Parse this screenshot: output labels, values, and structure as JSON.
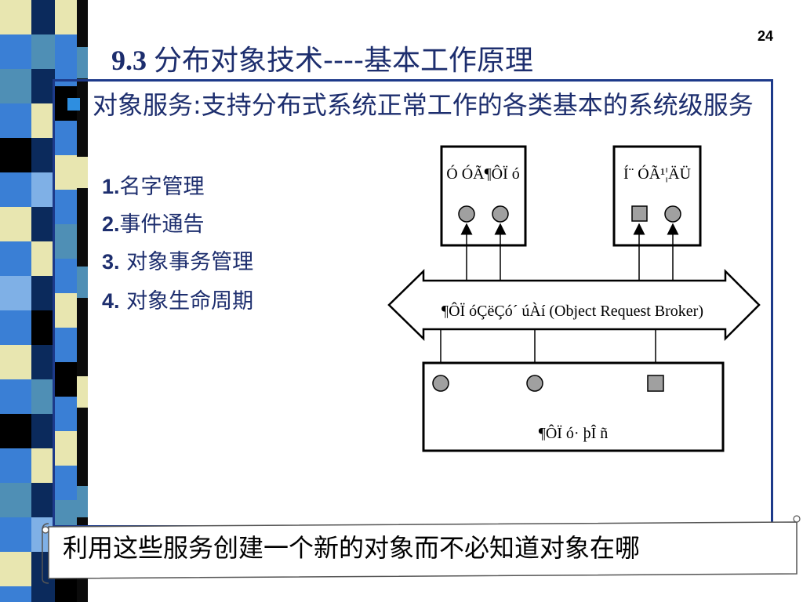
{
  "slide": {
    "page_number": "24",
    "title_prefix": "9.3",
    "title_text": "分布对象技术----基本工作原理",
    "bullet": {
      "text": "对象服务:支持分布式系统正常工作的各类基本的系统级服务",
      "subitems": [
        {
          "num": "1.",
          "label": "名字管理"
        },
        {
          "num": "2.",
          "label": "事件通告"
        },
        {
          "num": "3.",
          "label": " 对象事务管理"
        },
        {
          "num": "4.",
          "label": " 对象生命周期"
        }
      ]
    },
    "diagram": {
      "box_left_label": "Ó ÓÃ¶ÔÏ ó",
      "box_right_label": "Í¨ ÓÃ¹¦ÄÜ",
      "orb_label": "¶ÔÏ óÇëÇó´ úÀí (Object  Request  Broker)",
      "bottom_box_label": "¶ÔÏ ó· þÎ ñ"
    },
    "banner": "利用这些服务创建一个新的对象而不必知道对象在哪",
    "colors": {
      "title": "#1d2e6e",
      "frame": "#1d3a8a",
      "bullet": "#2e8ee0",
      "node_fill": "#a0a0a0"
    }
  }
}
